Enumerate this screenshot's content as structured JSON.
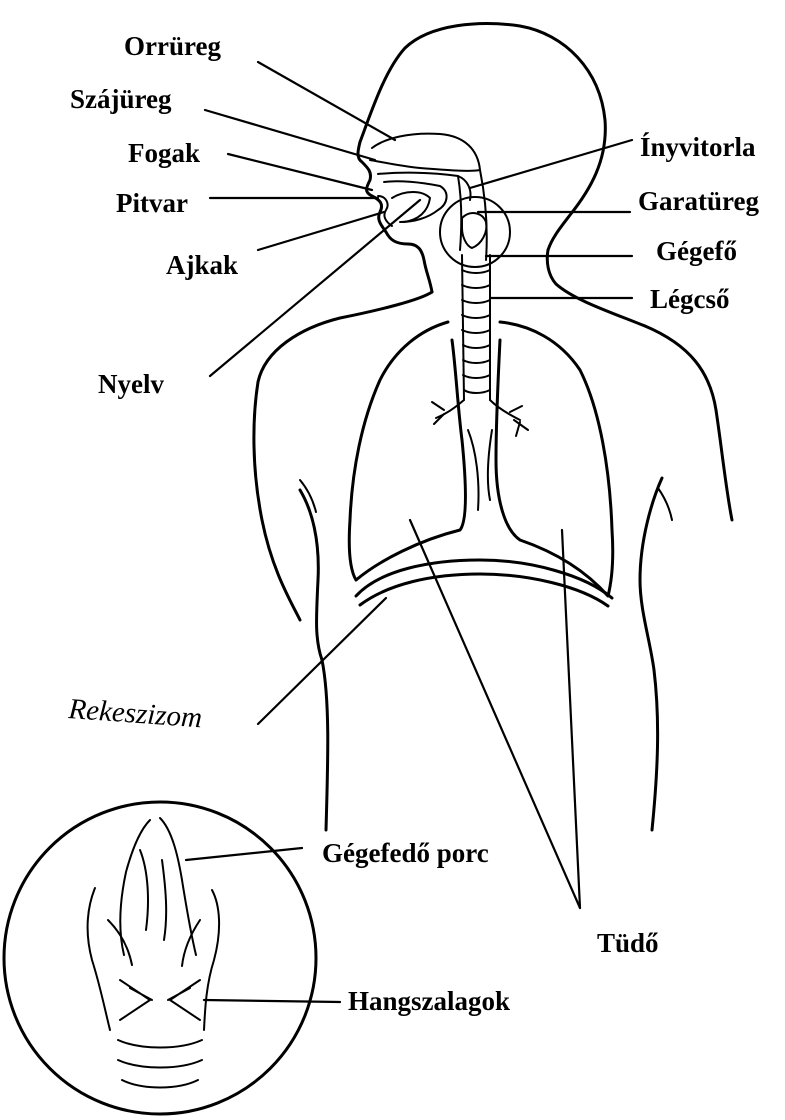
{
  "labels": {
    "nasal_cavity": "Orrüreg",
    "oral_cavity": "Szájüreg",
    "teeth": "Fogak",
    "vestibule": "Pitvar",
    "lips": "Ajkak",
    "tongue": "Nyelv",
    "soft_palate": "Ínyvitorla",
    "pharynx": "Garatüreg",
    "larynx": "Gégefő",
    "trachea": "Légcső",
    "diaphragm": "Rekeszizom",
    "epiglottis": "Gégefedő porc",
    "lungs": "Tüdő",
    "vocal_cords": "Hangszalagok"
  }
}
